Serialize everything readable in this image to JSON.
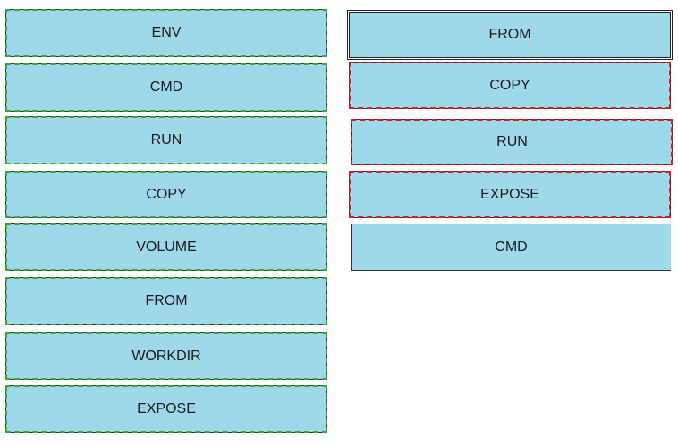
{
  "options": [
    {
      "label": "ENV"
    },
    {
      "label": "CMD"
    },
    {
      "label": "RUN"
    },
    {
      "label": "COPY"
    },
    {
      "label": "VOLUME"
    },
    {
      "label": "FROM"
    },
    {
      "label": "WORKDIR"
    },
    {
      "label": "EXPOSE"
    }
  ],
  "answers": [
    {
      "label": "FROM",
      "state": "neutral"
    },
    {
      "label": "COPY",
      "state": "incorrect"
    },
    {
      "label": "RUN",
      "state": "incorrect"
    },
    {
      "label": "EXPOSE",
      "state": "incorrect"
    },
    {
      "label": "CMD",
      "state": "neutral"
    }
  ],
  "colors": {
    "tile_fill": "#9dd9ea",
    "option_outline": "#3aa63a",
    "incorrect_outline": "#d62020"
  }
}
